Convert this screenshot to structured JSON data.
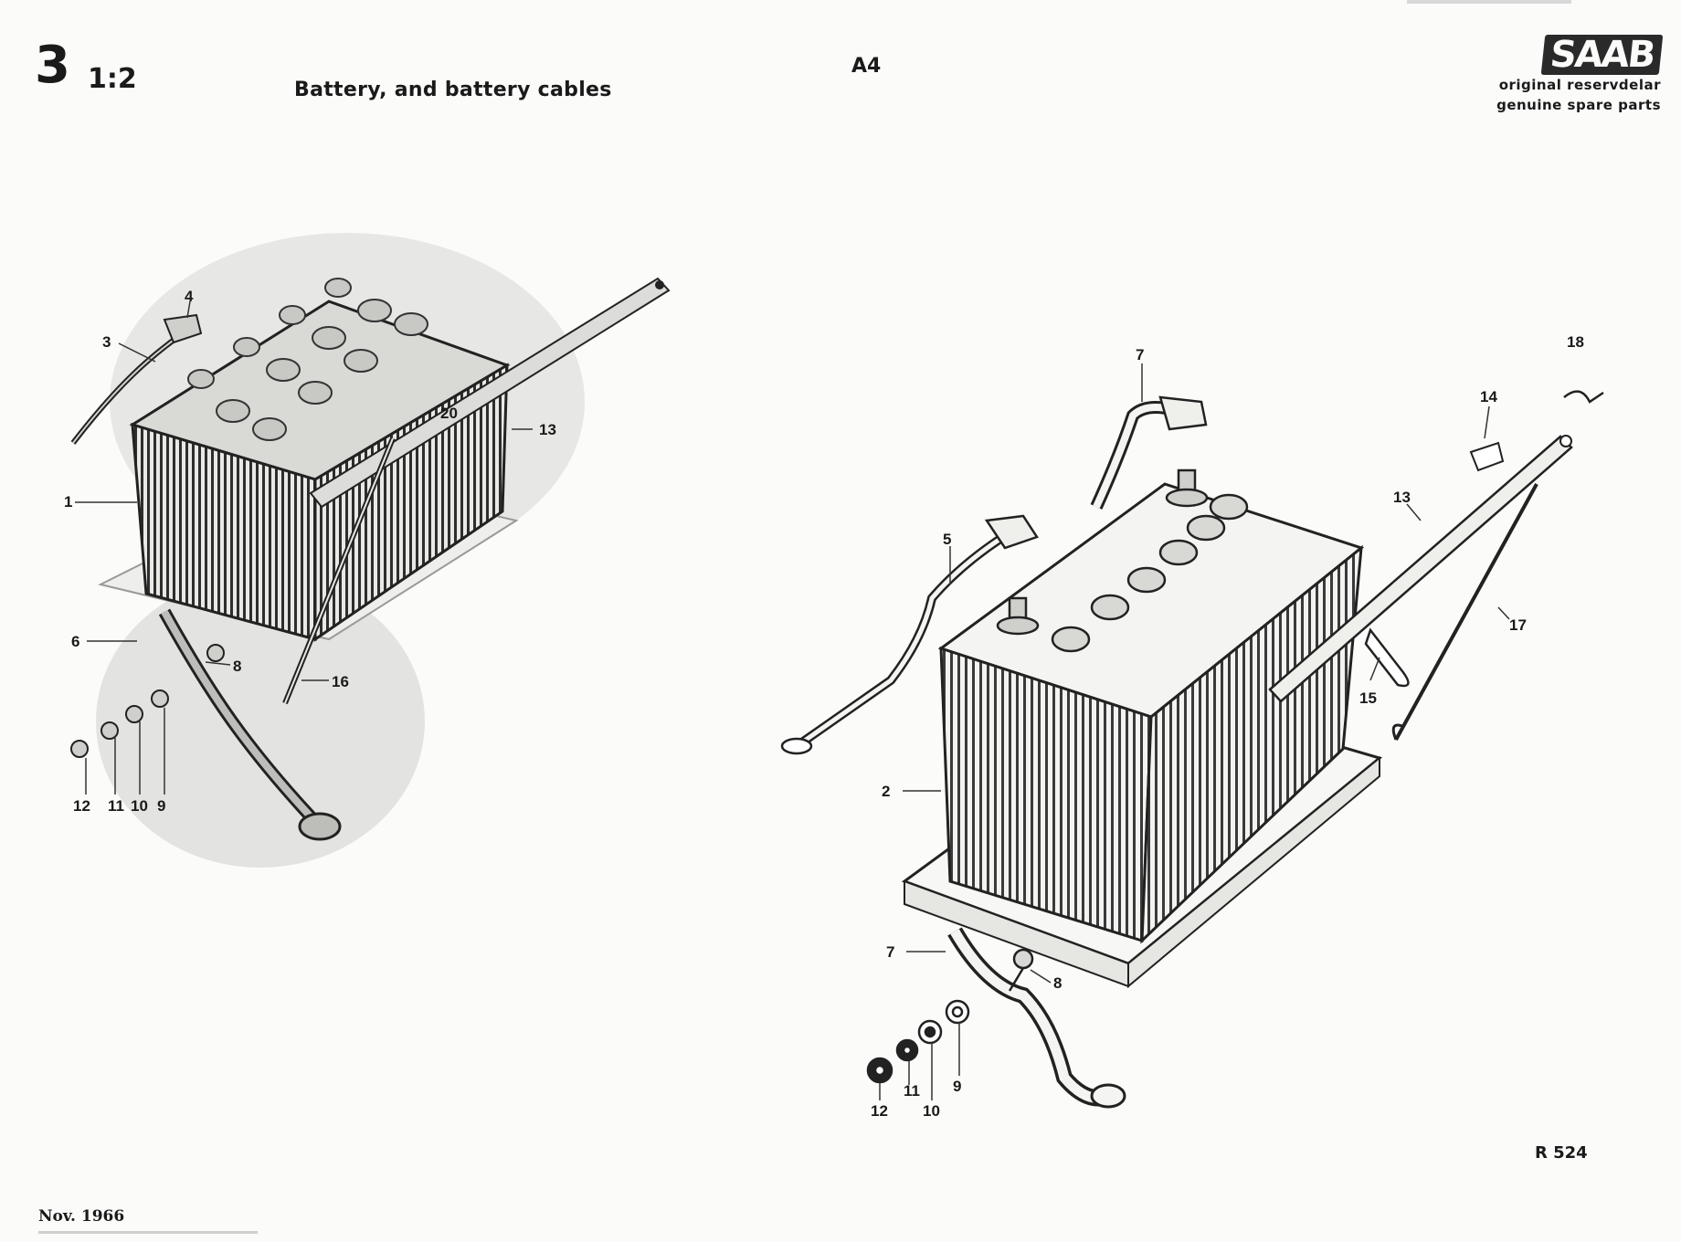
{
  "header": {
    "section_number": "3",
    "scale": "1:2",
    "title": "Battery, and battery cables",
    "sheet_code": "A4",
    "brand": {
      "logo_text": "SAAB",
      "tagline_1": "original reservdelar",
      "tagline_2": "genuine spare parts"
    }
  },
  "left_view": {
    "callouts": [
      "1",
      "3",
      "4",
      "6",
      "8",
      "9",
      "10",
      "11",
      "12",
      "13",
      "16",
      "20"
    ]
  },
  "right_view": {
    "callouts": [
      "2",
      "5",
      "7",
      "7",
      "8",
      "9",
      "10",
      "11",
      "12",
      "13",
      "14",
      "15",
      "17",
      "18"
    ]
  },
  "footer": {
    "drawing_ref": "R 524",
    "date": "Nov. 1966"
  }
}
